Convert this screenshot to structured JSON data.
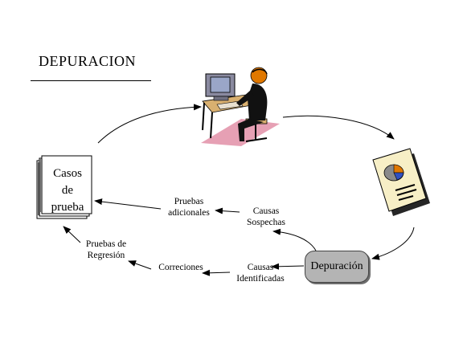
{
  "title": "DEPURACION",
  "nodes": {
    "casos": [
      "Casos",
      "de",
      "prueba"
    ],
    "depuracion": "Depuración",
    "pruebas_adicionales": [
      "Pruebas",
      "adicionales"
    ],
    "causas_sospechas": [
      "Causas",
      "Sospechas"
    ],
    "pruebas_regresion": [
      "Pruebas de",
      "Regresión"
    ],
    "correciones": "Correciones",
    "causas_identificadas": [
      "Causas",
      "Identificadas"
    ]
  },
  "icons": {
    "computer_user": "person-at-computer-icon",
    "report": "report-document-pie-chart-icon",
    "test_cases": "stacked-documents-icon"
  },
  "colors": {
    "depuracion_box": "#b4b4b4",
    "shirt": "#e07800",
    "shadow": "#e6a0b4",
    "report_paper": "#f7efc6",
    "desk": "#d9b070"
  }
}
